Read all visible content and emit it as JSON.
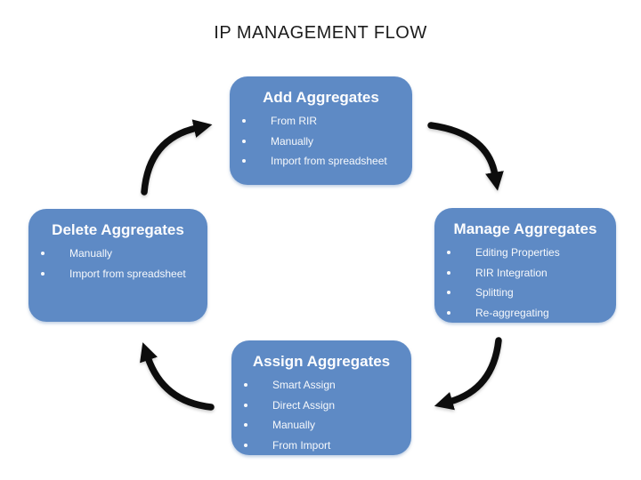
{
  "title": "IP MANAGEMENT FLOW",
  "boxes": {
    "add": {
      "title": "Add Aggregates",
      "items": [
        "From RIR",
        "Manually",
        "Import from spreadsheet"
      ]
    },
    "manage": {
      "title": "Manage Aggregates",
      "items": [
        "Editing Properties",
        "RIR Integration",
        "Splitting",
        "Re-aggregating"
      ]
    },
    "assign": {
      "title": "Assign Aggregates",
      "items": [
        "Smart Assign",
        "Direct Assign",
        "Manually",
        "From Import"
      ]
    },
    "delete": {
      "title": "Delete Aggregates",
      "items": [
        "Manually",
        "Import from spreadsheet"
      ]
    }
  },
  "flow": [
    {
      "from": "Add Aggregates",
      "to": "Manage Aggregates"
    },
    {
      "from": "Manage Aggregates",
      "to": "Assign Aggregates"
    },
    {
      "from": "Assign Aggregates",
      "to": "Delete Aggregates"
    },
    {
      "from": "Delete Aggregates",
      "to": "Add Aggregates"
    }
  ],
  "colors": {
    "background": "#ffffff",
    "box_fill": "#5e8ac5",
    "box_text": "#ffffff",
    "arrow": "#0d0d0d",
    "title_text": "#1c1c1c"
  }
}
